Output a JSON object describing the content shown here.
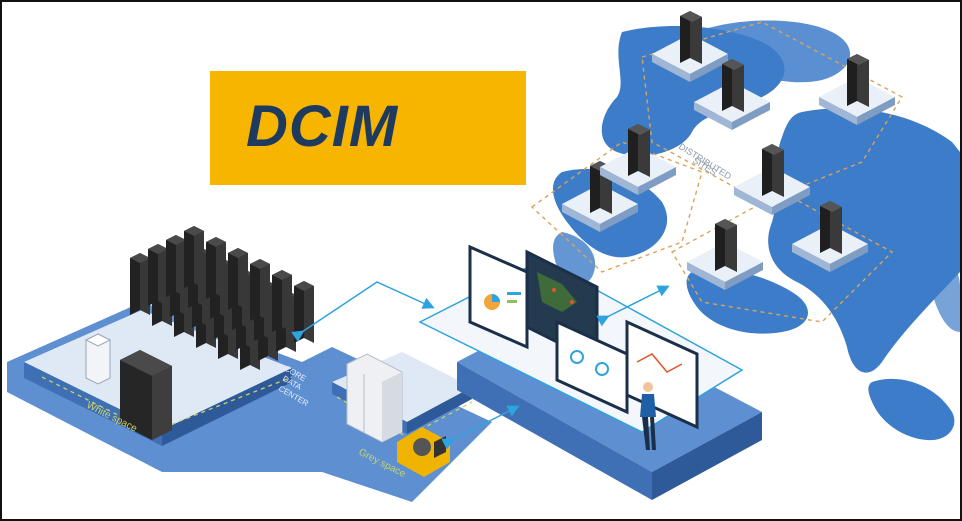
{
  "title": "DCIM",
  "labels": {
    "distributed_sites": [
      "DISTRIBUTED",
      "SITES"
    ],
    "core_data_center": [
      "CORE",
      "DATA",
      "CENTER"
    ],
    "white_space": "White space",
    "grey_space": "Grey space"
  },
  "colors": {
    "title_bg": "#f7b500",
    "title_text": "#1f3a5f",
    "map_blue": "#3d7cc9",
    "platform_blue": "#5d8fd1",
    "platform_light": "#dfe8f5",
    "link_blue": "#2ea3dd",
    "rack_dark": "#2b2b2b",
    "dashed_orange": "#d9a35a",
    "dashed_green": "#c8d26a"
  }
}
